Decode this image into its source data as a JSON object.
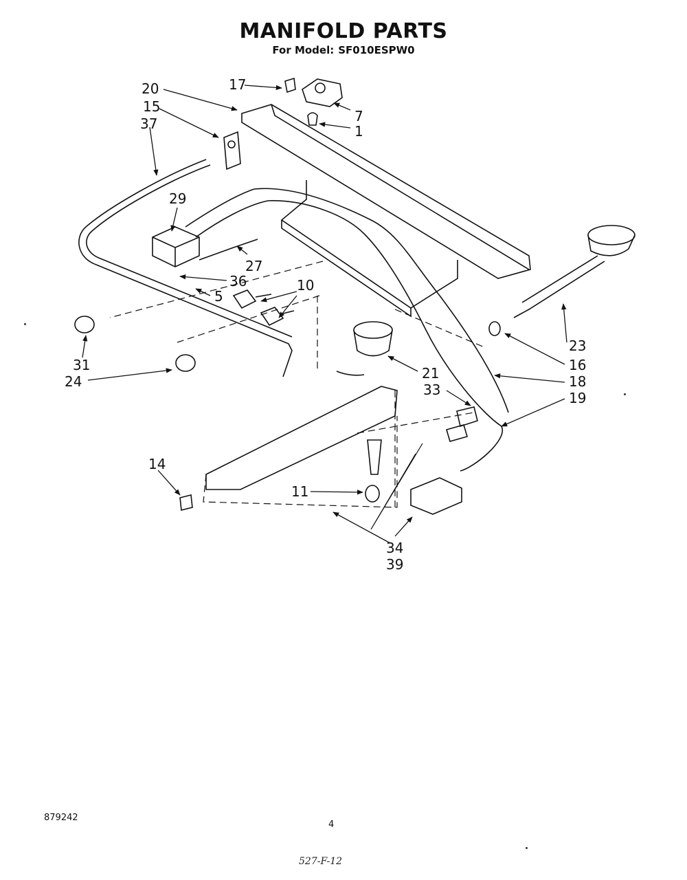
{
  "header": {
    "title": "MANIFOLD PARTS",
    "model_prefix": "For Model:",
    "model": "SF010ESPW0"
  },
  "parts": {
    "p1": "1",
    "p5": "5",
    "p7": "7",
    "p10": "10",
    "p11": "11",
    "p14": "14",
    "p15": "15",
    "p16": "16",
    "p17": "17",
    "p18": "18",
    "p19": "19",
    "p20": "20",
    "p21": "21",
    "p23": "23",
    "p24": "24",
    "p27": "27",
    "p29": "29",
    "p31": "31",
    "p33": "33",
    "p34": "34",
    "p36": "36",
    "p37": "37",
    "p39": "39"
  },
  "footer": {
    "code": "879242",
    "page": "4",
    "handwritten": "527-F-12"
  },
  "colors": {
    "ink": "#111111",
    "paper": "#ffffff"
  }
}
